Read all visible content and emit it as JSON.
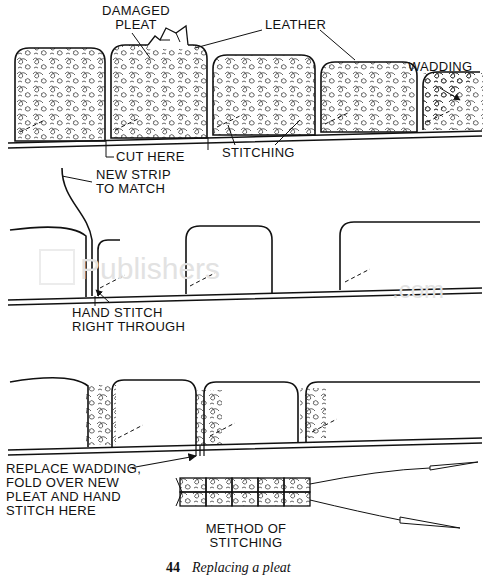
{
  "diagram": {
    "caption": "Replacing a pleat",
    "labels": [
      "DAMAGED PLEAT",
      "LEATHER",
      "WADDING",
      "CUT HERE",
      "STITCHING",
      "NEW STRIP TO MATCH",
      "HAND STITCH RIGHT THROUGH",
      "REPLACE WADDING, FOLD OVER NEW PLEAT AND HAND STITCH HERE",
      "METHOD OF STITCHING",
      "44",
      "Publishers",
      ".com"
    ]
  }
}
